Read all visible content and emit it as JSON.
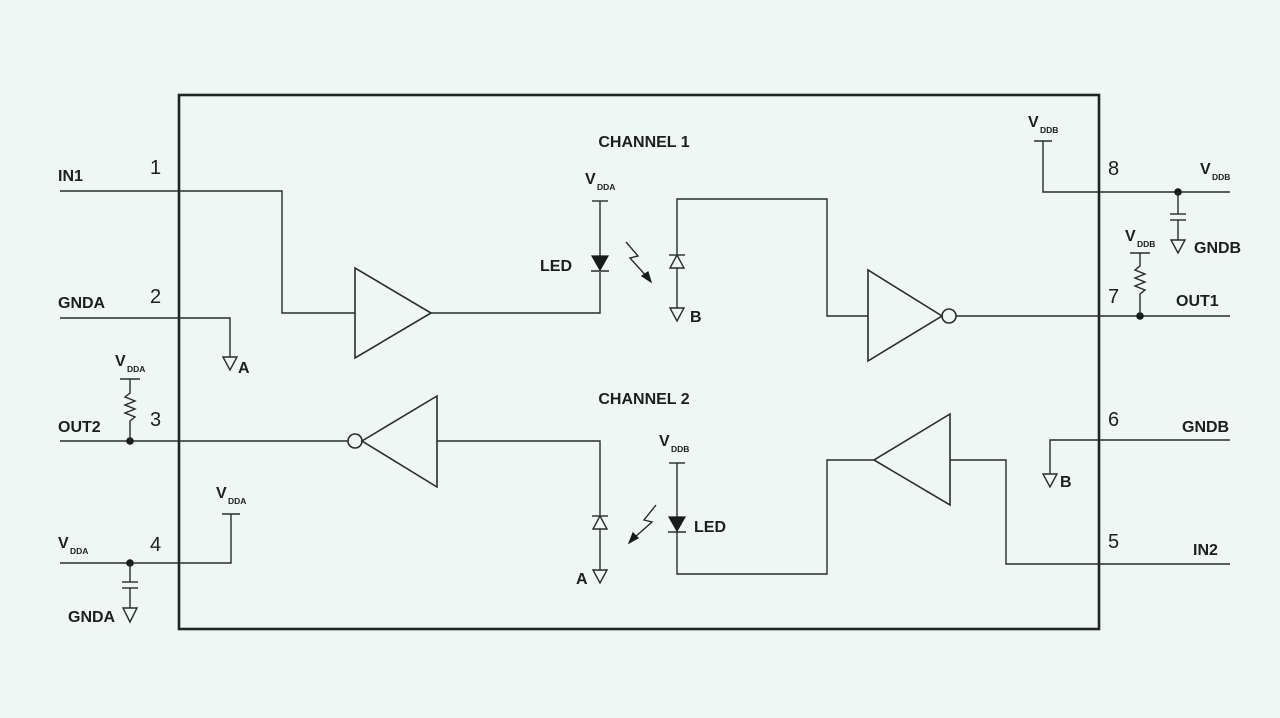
{
  "labels": {
    "channel1": "CHANNEL 1",
    "channel2": "CHANNEL 2",
    "in1": "IN1",
    "gnda": "GNDA",
    "out2": "OUT2",
    "vdda_main": "V",
    "vdda_sub": "DDA",
    "vddb_main": "V",
    "vddb_sub": "DDB",
    "gndb": "GNDB",
    "out1": "OUT1",
    "in2": "IN2",
    "led": "LED",
    "a": "A",
    "b": "B"
  },
  "pins": {
    "p1": "1",
    "p2": "2",
    "p3": "3",
    "p4": "4",
    "p5": "5",
    "p6": "6",
    "p7": "7",
    "p8": "8"
  }
}
